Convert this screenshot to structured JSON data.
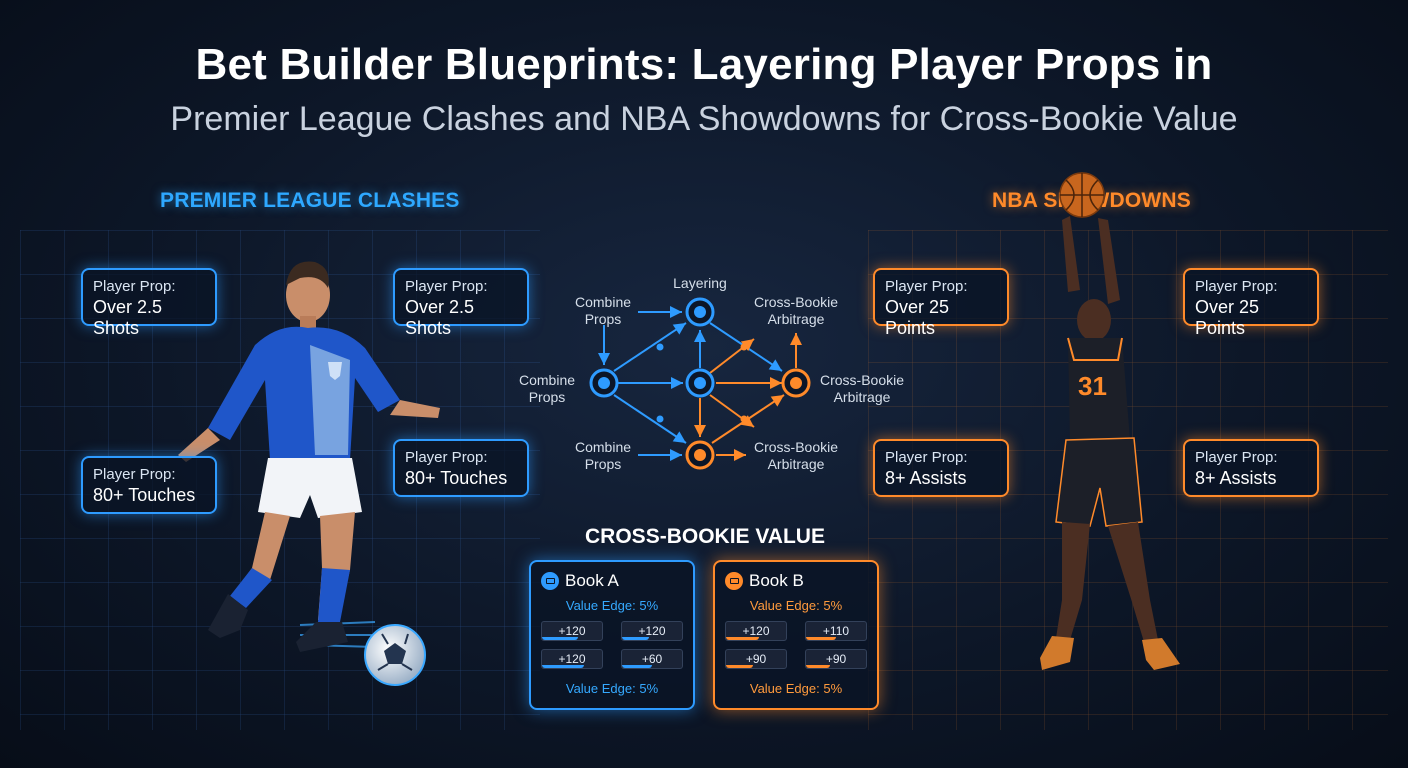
{
  "header": {
    "title": "Bet Builder Blueprints: Layering Player Props in",
    "subtitle": "Premier League Clashes and NBA Showdowns for Cross-Bookie Value"
  },
  "premier_league": {
    "heading": "PREMIER LEAGUE CLASHES",
    "props": [
      {
        "label": "Player Prop:",
        "value": "Over 2.5 Shots"
      },
      {
        "label": "Player Prop:",
        "value": "Over 2.5 Shots"
      },
      {
        "label": "Player Prop:",
        "value": "80+ Touches"
      },
      {
        "label": "Player Prop:",
        "value": "80+ Touches"
      }
    ]
  },
  "nba": {
    "heading": "NBA SHOWDOWNS",
    "props": [
      {
        "label": "Player Prop:",
        "value": "Over 25 Points"
      },
      {
        "label": "Player Prop:",
        "value": "Over 25 Points"
      },
      {
        "label": "Player Prop:",
        "value": "8+ Assists"
      },
      {
        "label": "Player Prop:",
        "value": "8+ Assists"
      }
    ],
    "jersey_number": "31"
  },
  "diagram": {
    "labels": {
      "layering": "Layering",
      "combine_top": "Combine\nProps",
      "combine_mid": "Combine\nProps",
      "combine_bottom": "Combine\nProps",
      "arb_top": "Cross-Bookie\nArbitrage",
      "arb_mid": "Cross-Bookie\nArbitrage",
      "arb_bottom": "Cross-Bookie\nArbitrage"
    }
  },
  "cross_bookie": {
    "heading": "CROSS-BOOKIE VALUE",
    "books": [
      {
        "name": "Book A",
        "edge_top": "Value Edge: 5%",
        "edge_bottom": "Value Edge: 5%",
        "odds": [
          {
            "value": "+120",
            "fill": 0.6
          },
          {
            "value": "+120",
            "fill": 0.45
          },
          {
            "value": "+120",
            "fill": 0.7
          },
          {
            "value": "+60",
            "fill": 0.5
          }
        ]
      },
      {
        "name": "Book B",
        "edge_top": "Value Edge: 5%",
        "edge_bottom": "Value Edge: 5%",
        "odds": [
          {
            "value": "+120",
            "fill": 0.55
          },
          {
            "value": "+110",
            "fill": 0.5
          },
          {
            "value": "+90",
            "fill": 0.45
          },
          {
            "value": "+90",
            "fill": 0.4
          }
        ]
      }
    ]
  },
  "colors": {
    "blue_accent": "#2e9bff",
    "orange_accent": "#ff8a2a"
  }
}
